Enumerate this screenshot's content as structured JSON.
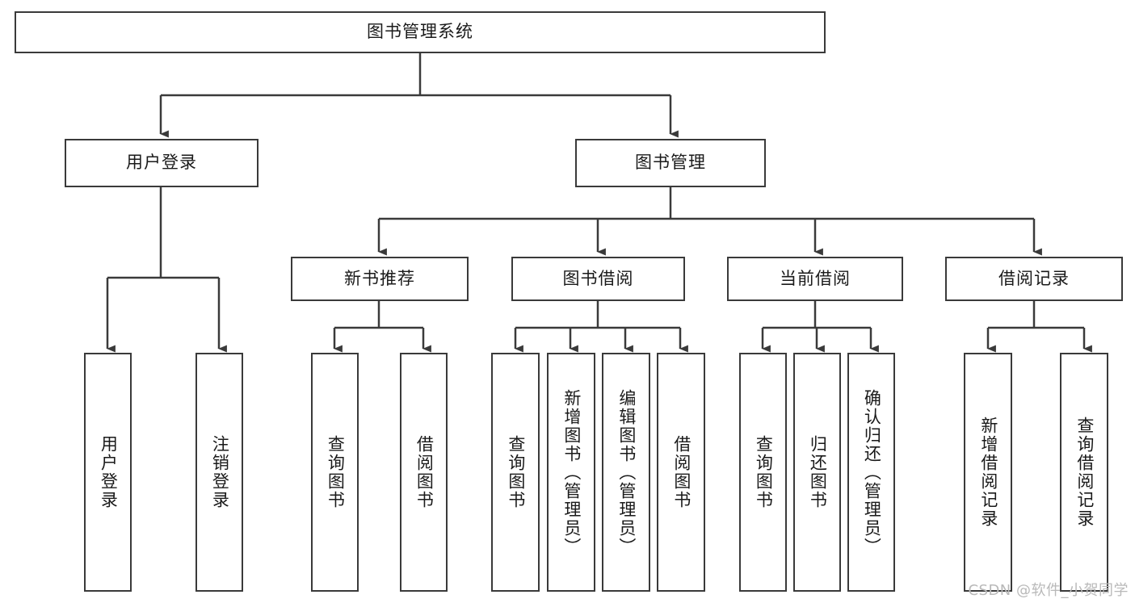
{
  "diagram": {
    "type": "tree",
    "title": "图书管理系统",
    "orientation": "top-down",
    "colors": {
      "node_border": "#3a3a3a",
      "node_fill": "#ffffff",
      "edge": "#3a3a3a",
      "text": "#1a1a1a",
      "watermark": "#b9b9b9",
      "background": "#ffffff"
    },
    "watermark": "CSDN @软件_小贺同学",
    "nodes": {
      "root": {
        "label": "图书管理系统"
      },
      "level2": [
        {
          "label": "用户登录"
        },
        {
          "label": "图书管理"
        }
      ],
      "level3": [
        {
          "label": "新书推荐"
        },
        {
          "label": "图书借阅"
        },
        {
          "label": "当前借阅"
        },
        {
          "label": "借阅记录"
        }
      ],
      "leaves": {
        "user_login": [
          {
            "label": "用户登录"
          },
          {
            "label": "注销登录"
          }
        ],
        "new_book": [
          {
            "label": "查询图书"
          },
          {
            "label": "借阅图书"
          }
        ],
        "book_borrow": [
          {
            "label": "查询图书"
          },
          {
            "label": "新增图书（管理员）"
          },
          {
            "label": "编辑图书（管理员）"
          },
          {
            "label": "借阅图书"
          }
        ],
        "current_borrow": [
          {
            "label": "查询图书"
          },
          {
            "label": "归还图书"
          },
          {
            "label": "确认归还（管理员）"
          }
        ],
        "borrow_record": [
          {
            "label": "新增借阅记录"
          },
          {
            "label": "查询借阅记录"
          }
        ]
      }
    }
  }
}
